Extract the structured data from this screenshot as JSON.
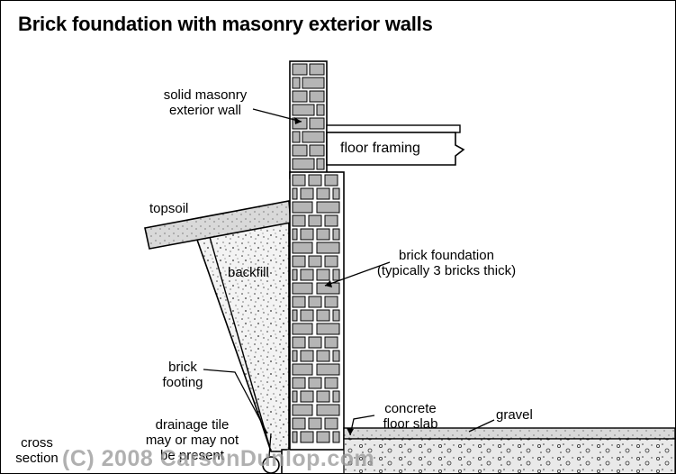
{
  "title": "Brick foundation with masonry exterior walls",
  "labels": {
    "wall_line1": "solid masonry",
    "wall_line2": "exterior wall",
    "floor_framing": "floor framing",
    "topsoil": "topsoil",
    "backfill": "backfill",
    "foundation_line1": "brick foundation",
    "foundation_line2": "(typically 3 bricks thick)",
    "footing_line1": "brick",
    "footing_line2": "footing",
    "slab_line1": "concrete",
    "slab_line2": "floor slab",
    "gravel": "gravel",
    "drain_line1": "drainage tile",
    "drain_line2": "may or may not",
    "drain_line3": "be present",
    "section_line1": "cross",
    "section_line2": "section"
  },
  "copyright": "(C) 2008 CarsonDunlop.com",
  "colors": {
    "ink": "#000000",
    "brick": "#b4b4b4",
    "mortar": "#ffffff",
    "fill_stipple": "#f2f2f2",
    "gravel": "#e8e8e8",
    "watermark": "#9a9a9a"
  }
}
